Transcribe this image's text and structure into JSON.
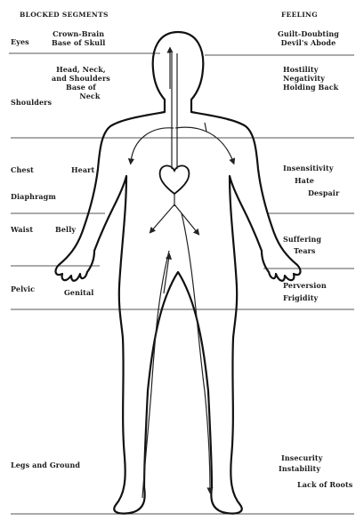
{
  "headers": {
    "blocked_segments": "BLOCKED SEGMENTS",
    "feeling": "FEELING"
  },
  "segments": {
    "eyes": "Eyes",
    "crown_brain": [
      "Crown-Brain",
      "Base of Skull"
    ],
    "head_neck": [
      "Head, Neck,",
      "and Shoulders",
      "Base of",
      "Neck"
    ],
    "shoulders": "Shoulders",
    "chest": "Chest",
    "heart": "Heart",
    "diaphragm": "Diaphragm",
    "waist": "Waist",
    "belly": "Belly",
    "pelvic": "Pelvic",
    "genital": "Genital",
    "legs": "Legs and Ground"
  },
  "feelings": {
    "guilt": [
      "Guilt-Doubting",
      "Devil's Abode"
    ],
    "hostility": [
      "Hostility",
      "Negativity",
      "Holding Back"
    ],
    "insensitivity": "Insensitivity",
    "hate": "Hate",
    "despair": "Despair",
    "suffering": "Suffering",
    "tears": "Tears",
    "perversion": "Perversion",
    "frigidity": "Frigidity",
    "insecurity": "Insecurity",
    "instability": "Instability",
    "lack_of_roots": "Lack of Roots"
  }
}
